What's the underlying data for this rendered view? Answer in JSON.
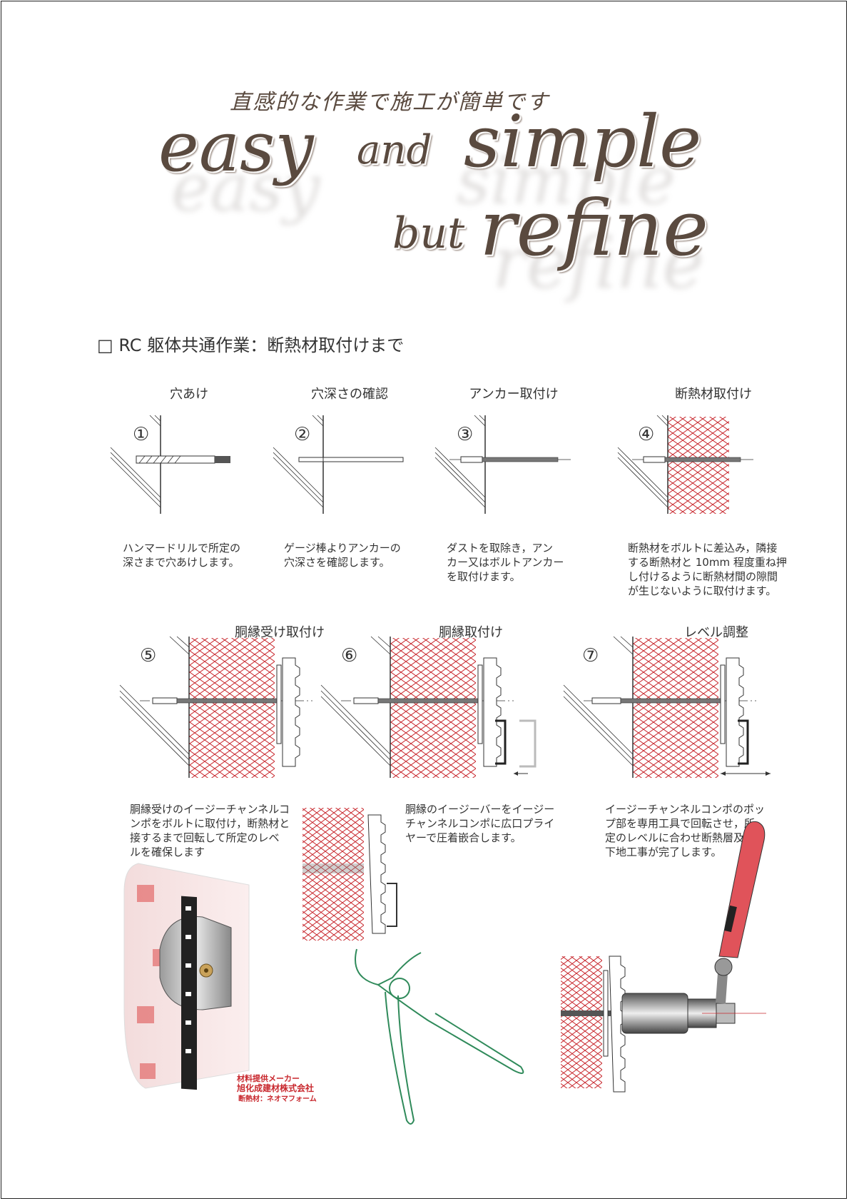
{
  "header": {
    "japanese_title": "直感的な作業で施工が簡単です",
    "line1_easy": "easy",
    "line1_and": "and",
    "line1_simple": "simple",
    "line2_but": "but",
    "line2_refine": "refine"
  },
  "section": {
    "checkbox": "□",
    "title": "RC 躯体共通作業：断熱材取付けまで"
  },
  "steps_row1": [
    {
      "number": "①",
      "title": "穴あけ",
      "caption": [
        "ハンマードリルで所定の",
        "深さまで穴あけします。"
      ]
    },
    {
      "number": "②",
      "title": "穴深さの確認",
      "caption": [
        "ゲージ棒よりアンカーの",
        "穴深さを確認します。"
      ]
    },
    {
      "number": "③",
      "title": "アンカー取付け",
      "caption": [
        "ダストを取除き，アン",
        "カー又はボルトアンカー",
        "を取付けます。"
      ]
    },
    {
      "number": "④",
      "title": "断熱材取付け",
      "caption": [
        "断熱材をボルトに差込み，隣接",
        "する断熱材と 10mm 程度重ね押",
        "し付けるように断熱材間の隙間",
        "が生じないように取付けます。"
      ]
    }
  ],
  "steps_row2": [
    {
      "number": "⑤",
      "title": "胴縁受け取付け",
      "caption": [
        "胴縁受けのイージーチャンネルコ",
        "ンポをボルトに取付け，断熱材と",
        "接するまで回転して所定のレベ",
        "ルを確保します"
      ]
    },
    {
      "number": "⑥",
      "title": "胴縁取付け",
      "caption": [
        "胴縁のイージーバーをイージー",
        "チャンネルコンポに広口プライ",
        "ヤーで圧着嵌合します。"
      ]
    },
    {
      "number": "⑦",
      "title": "レベル調整",
      "caption": [
        "イージーチャンネルコンポのポッ",
        "プ部を専用工具で回転させ，所",
        "定のレベルに合わせ断熱層及び",
        "下地工事が完了します。"
      ]
    }
  ],
  "maker": {
    "label": "材料提供メーカー",
    "company": "旭化成建材株式会社",
    "material": "断熱材：ネオマフォーム"
  },
  "colors": {
    "title_brown": "#5a4a3f",
    "insulation_red": "#c8272d",
    "plier_green": "#2f8a5a",
    "tool_red": "#e0535a"
  }
}
